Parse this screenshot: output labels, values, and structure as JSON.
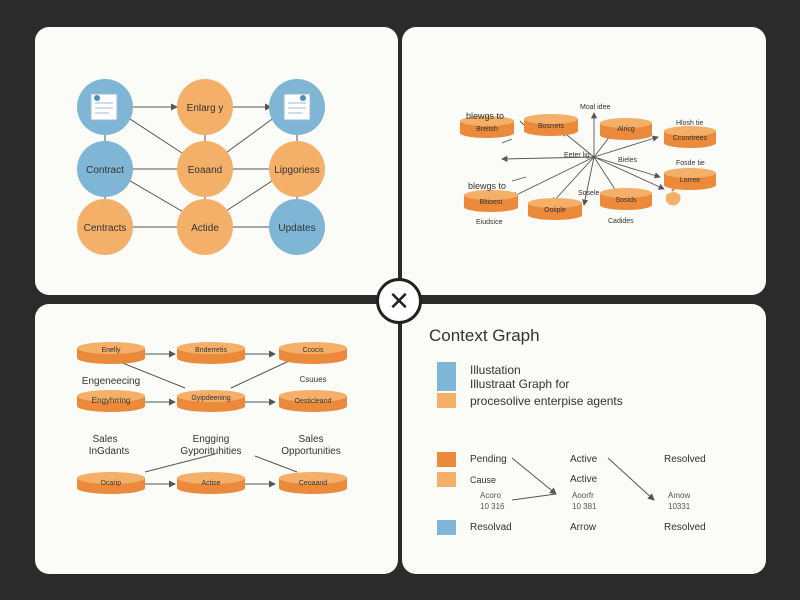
{
  "colors": {
    "orange": "#f4b068",
    "orange_dark": "#ec8a3c",
    "blue": "#7fb6d6",
    "line": "#555555",
    "panel_bg": "#fbfbf8",
    "frame_bg": "#2b2b2b"
  },
  "center_button": {
    "icon": "close-icon",
    "glyph": "✕"
  },
  "panel1": {
    "nodes": [
      {
        "label": "",
        "icon": "document-icon",
        "color": "blue"
      },
      {
        "label": "Enlarg y",
        "color": "orange"
      },
      {
        "label": "",
        "icon": "document-icon",
        "color": "blue"
      },
      {
        "label": "Contract",
        "color": "blue"
      },
      {
        "label": "Eoaand",
        "color": "orange"
      },
      {
        "label": "Lipgoriess",
        "color": "orange"
      },
      {
        "label": "Centracts",
        "color": "orange"
      },
      {
        "label": "Actide",
        "color": "orange"
      },
      {
        "label": "Updates",
        "color": "blue"
      }
    ]
  },
  "panel2": {
    "hub_label": "Eeter lig",
    "text_labels": [
      "blewgs to",
      "Moal idee",
      "Hlosh tie",
      "Fosde tie",
      "Bieles",
      "blewgs to",
      "Sosele",
      "Eiudsice",
      "Cadides"
    ],
    "nodes": [
      "Breitsh",
      "Bosrrets",
      "Alricg",
      "Cconrtrees",
      "Lorree",
      "Bltioest",
      "Ooiiple",
      "Sosids"
    ]
  },
  "panel3": {
    "rows": [
      {
        "nodes": [
          "Enelly",
          "Bnderretis",
          "Ccocis"
        ]
      },
      {
        "nodes": [
          "Engyhrring",
          "Gyipdeening",
          "Oesticleand"
        ]
      },
      {
        "nodes": [
          "Dcarip",
          "Actise",
          "Ceoaand"
        ]
      }
    ],
    "text_labels": [
      "Engeneecing",
      "Csuues",
      "Sales",
      "InGdants",
      "Engging",
      "Gyporituhities",
      "Sales",
      "Opportunities"
    ]
  },
  "panel4": {
    "title": "Context Graph",
    "legend": [
      {
        "label": "Illustation",
        "color": "blue"
      },
      {
        "label": "Illustraat Graph for",
        "color": "blue"
      },
      {
        "label": "procesolive enterpise agents",
        "color": "orange"
      }
    ],
    "status": {
      "pending": "Pending",
      "cause": "Cause",
      "active1": "Active",
      "active2": "Active",
      "resolved_top": "Resolved",
      "acrow_label": "Acoro\n10 316",
      "acrow_label2": "Aoorfr\n10 381",
      "amow_label": "Amow\n10331",
      "bottom_left": "Resolvad",
      "bottom_mid": "Arrow",
      "bottom_right": "Resolved"
    }
  }
}
